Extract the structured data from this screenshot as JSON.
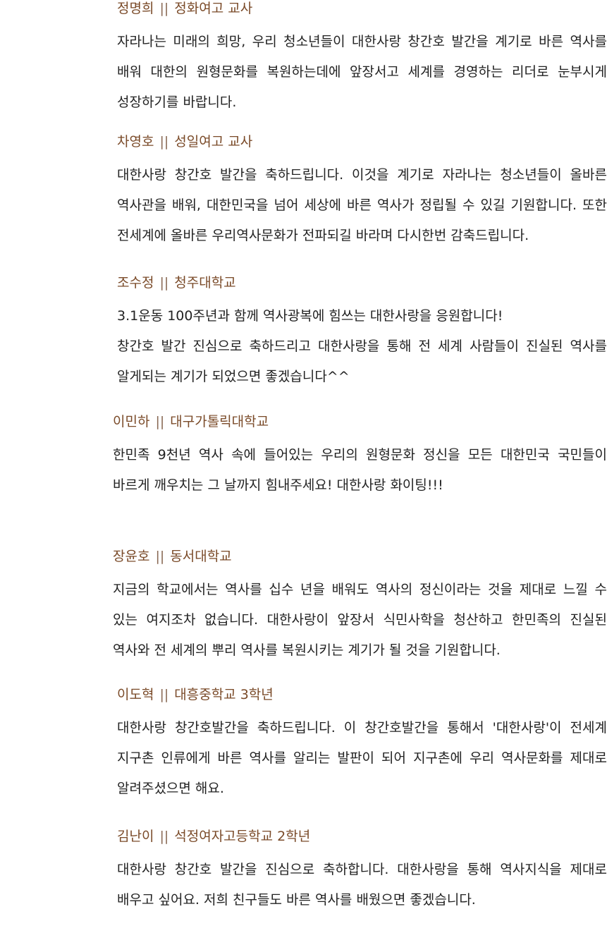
{
  "separator": "||",
  "entries": [
    {
      "name": "정명희",
      "affiliation": "정화여고 교사",
      "message": "자라나는 미래의 희망, 우리 청소년들이 대한사랑 창간호 발간을 계기로 바른 역사를 배워 대한의 원형문화를 복원하는데에 앞장서고 세계를 경영하는 리더로 눈부시게 성장하기를 바랍니다."
    },
    {
      "name": "차영호",
      "affiliation": "성일여고 교사",
      "message": "대한사랑 창간호 발간을 축하드립니다. 이것을 계기로 자라나는 청소년들이 올바른 역사관을 배워, 대한민국을 넘어 세상에 바른 역사가 정립될 수 있길 기원합니다. 또한 전세계에 올바른 우리역사문화가 전파되길 바라며 다시한번 감축드립니다."
    },
    {
      "name": "조수정",
      "affiliation": "청주대학교",
      "message_lines": [
        "3.1운동 100주년과 함께 역사광복에 힘쓰는 대한사랑을 응원합니다!",
        "창간호 발간 진심으로 축하드리고 대한사랑을 통해 전 세계 사람들이 진실된 역사를 알게되는 계기가 되었으면 좋겠습니다^^"
      ]
    },
    {
      "name": "이민하",
      "affiliation": "대구가톨릭대학교",
      "message": "한민족 9천년 역사 속에 들어있는 우리의 원형문화 정신을 모든 대한민국 국민들이 바르게 깨우치는 그 날까지 힘내주세요! 대한사랑 화이팅!!!"
    },
    {
      "name": "장윤호",
      "affiliation": "동서대학교",
      "message": "지금의 학교에서는 역사를 십수 년을 배워도 역사의 정신이라는 것을 제대로 느낄 수 있는 여지조차 없습니다. 대한사랑이 앞장서 식민사학을 청산하고 한민족의 진실된 역사와 전 세계의 뿌리 역사를 복원시키는 계기가 될 것을 기원합니다."
    },
    {
      "name": "이도혁",
      "affiliation": "대흥중학교 3학년",
      "message": "대한사랑 창간호발간을 축하드립니다. 이 창간호발간을 통해서 '대한사랑'이 전세계 지구촌 인류에게 바른 역사를 알리는 발판이 되어 지구촌에 우리 역사문화를 제대로 알려주셨으면 해요."
    },
    {
      "name": "김난이",
      "affiliation": "석정여자고등학교 2학년",
      "message": "대한사랑 창간호 발간을 진심으로 축하합니다. 대한사랑을 통해 역사지식을 제대로 배우고 싶어요. 저희 친구들도 바른 역사를 배웠으면 좋겠습니다."
    }
  ]
}
